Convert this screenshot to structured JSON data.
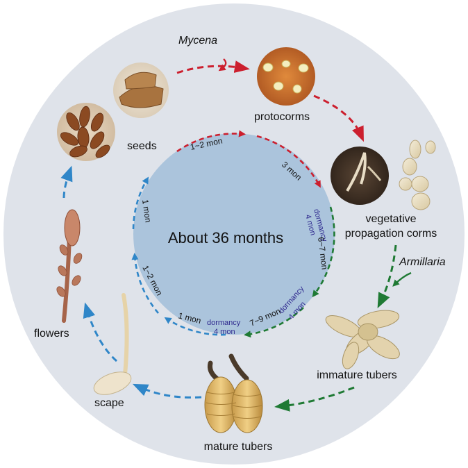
{
  "center_text": "About 36 months",
  "stages": {
    "seeds": "seeds",
    "protocorms": "protocorms",
    "vegetative_line1": "vegetative",
    "vegetative_line2": "propagation corms",
    "immature_tubers": "immature tubers",
    "mature_tubers": "mature tubers",
    "scape": "scape",
    "flowers": "flowers"
  },
  "fungi": {
    "mycena": "Mycena",
    "armillaria": "Armillaria"
  },
  "durations": {
    "seeds_to_protocorms": "1~2 mon",
    "protocorms_to_corms": "3 mon",
    "corms_dormancy": "dormancy",
    "corms_dormancy_len": "4 mon",
    "corms_to_immature": "6~7 mon",
    "immature_dormancy": "dormancy",
    "immature_dormancy_len": "4 mon",
    "immature_to_mature": "7~9 mon",
    "mature_dormancy": "dormancy",
    "mature_dormancy_len": "4 mon",
    "mature_to_scape": "1 mon",
    "scape_to_flowers": "1~2 mon",
    "flowers_to_seeds": "1 mon"
  },
  "colors": {
    "outer_disc": "#dfe3ea",
    "inner_disc": "#abc4dc",
    "red_arrow": "#cc1f2e",
    "green_arrow": "#1f7a34",
    "blue_arrow": "#2f86c8",
    "dormancy_text": "#2f2a8f"
  }
}
